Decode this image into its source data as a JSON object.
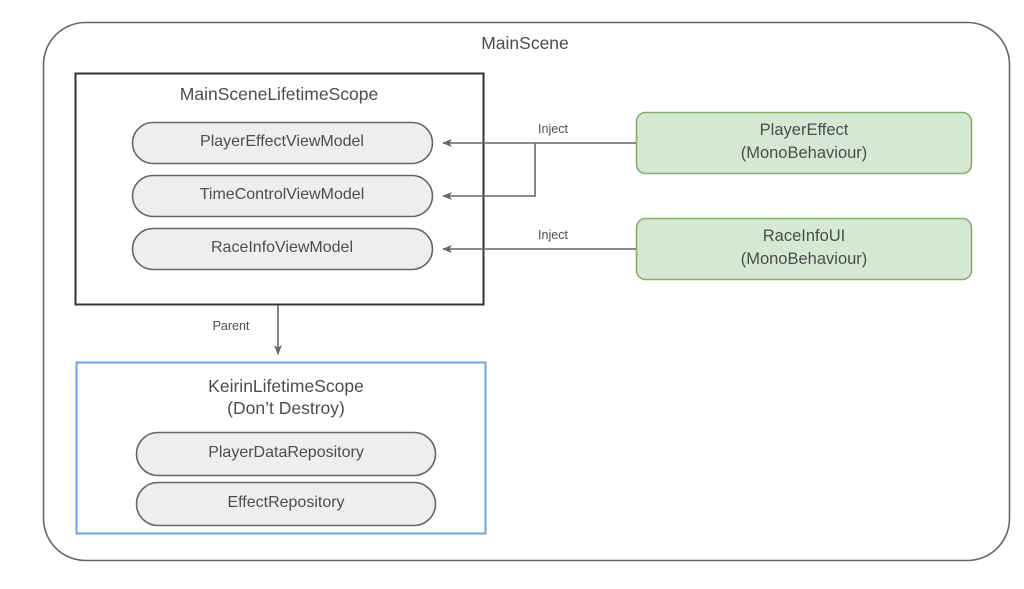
{
  "diagram": {
    "title": "MainScene",
    "scopes": {
      "main_scene_lifetime_scope": {
        "title": "MainSceneLifetimeScope",
        "nodes": [
          {
            "label": "PlayerEffectViewModel"
          },
          {
            "label": "TimeControlViewModel"
          },
          {
            "label": "RaceInfoViewModel"
          }
        ]
      },
      "keirin_lifetime_scope": {
        "title_line1": "KeirinLifetimeScope",
        "title_line2": "(Don’t Destroy)",
        "nodes": [
          {
            "label": "PlayerDataRepository"
          },
          {
            "label": "EffectRepository"
          }
        ]
      }
    },
    "components": [
      {
        "name_line1": "PlayerEffect",
        "name_line2": "(MonoBehaviour)"
      },
      {
        "name_line1": "RaceInfoUI",
        "name_line2": "(MonoBehaviour)"
      }
    ],
    "edges": [
      {
        "label": "Inject"
      },
      {
        "label": "Inject"
      },
      {
        "label": "Parent"
      }
    ],
    "colors": {
      "outer_border": "#666666",
      "inner_box_border": "#333333",
      "blue_box_border": "#6c9ef8",
      "node_fill": "#eeeeee",
      "node_border": "#666666",
      "component_fill": "#d5e8d4",
      "component_border": "#82b366",
      "edge_stroke": "#666666",
      "text": "#4d4d4d",
      "background": "#ffffff"
    }
  }
}
